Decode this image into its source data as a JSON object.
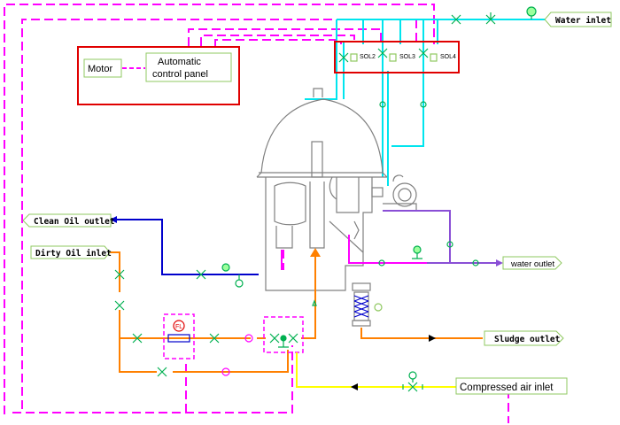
{
  "labels": {
    "water_inlet": "Water inlet",
    "clean_oil_outlet": "Clean Oil outlet",
    "dirty_oil_inlet": "Dirty Oil inlet",
    "water_outlet": "water outlet",
    "sludge_outlet": "Sludge outlet",
    "compressed_air_inlet": "Compressed air inlet",
    "motor": "Motor",
    "control_panel_line1": "Automatic",
    "control_panel_line2": "control panel",
    "sol2": "SOL2",
    "sol3": "SOL3",
    "sol4": "SOL4",
    "flow_meter": "FL"
  },
  "colors": {
    "control": "#ff00ff",
    "water": "#00e5ee",
    "clean_oil": "#0000cc",
    "dirty_oil": "#ff8000",
    "water_out": "#8a4fd6",
    "air": "#ffff00",
    "valve": "#00b050",
    "panel_border": "#e00000",
    "machine": "#808080",
    "label_border": "#8fc860"
  }
}
